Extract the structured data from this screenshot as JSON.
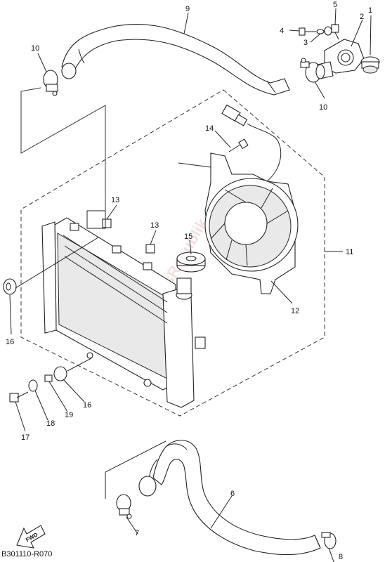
{
  "diagram": {
    "diagram_code": "B301110-R070",
    "direction_label": "FWD",
    "watermark": "PartsRepublik",
    "callouts": [
      "1",
      "2",
      "3",
      "4",
      "5",
      "9",
      "10",
      "10",
      "14",
      "13",
      "13",
      "15",
      "11",
      "12",
      "16",
      "16",
      "17",
      "18",
      "19",
      "6",
      "7",
      "8"
    ]
  }
}
